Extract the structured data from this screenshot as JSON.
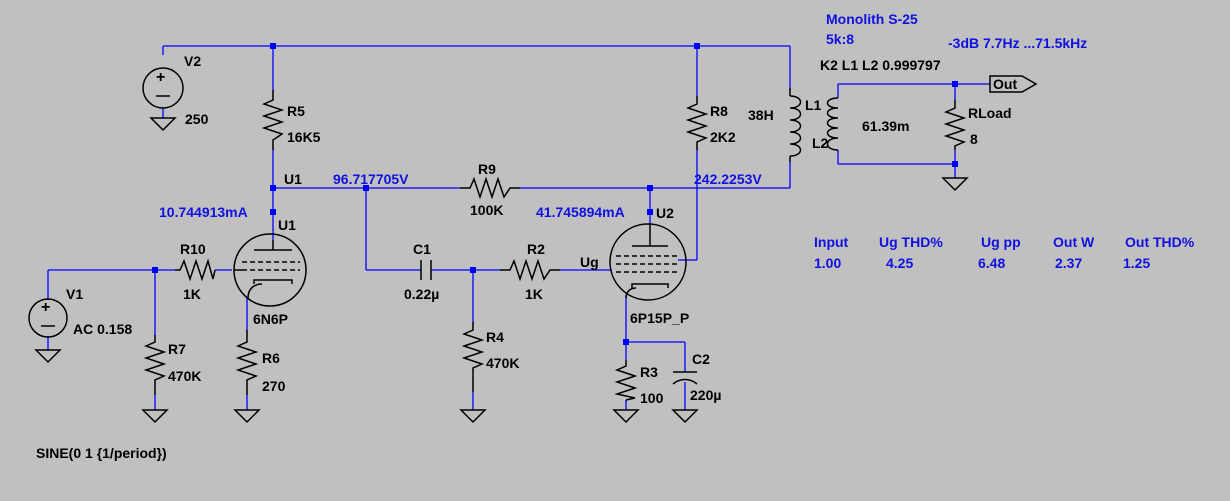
{
  "title_block": {
    "title": "Monolith S-25",
    "ratio": "5k:8",
    "bandwidth": "-3dB 7.7Hz ...71.5kHz",
    "coupling": "K2 L1 L2 0.999797"
  },
  "sources": {
    "v2": {
      "name": "V2",
      "value": "250"
    },
    "v1": {
      "name": "V1",
      "value": "AC 0.158"
    },
    "sine": "SINE(0 1 {1/period})"
  },
  "resistors": {
    "r5": {
      "name": "R5",
      "value": "16K5"
    },
    "r8": {
      "name": "R8",
      "value": "2K2"
    },
    "r9": {
      "name": "R9",
      "value": "100K"
    },
    "r10": {
      "name": "R10",
      "value": "1K"
    },
    "r2": {
      "name": "R2",
      "value": "1K"
    },
    "r7": {
      "name": "R7",
      "value": "470K"
    },
    "r6": {
      "name": "R6",
      "value": "270"
    },
    "r4": {
      "name": "R4",
      "value": "470K"
    },
    "r3": {
      "name": "R3",
      "value": "100"
    },
    "rload": {
      "name": "RLoad",
      "value": "8"
    }
  },
  "capacitors": {
    "c1": {
      "name": "C1",
      "value": "0.22µ"
    },
    "c2": {
      "name": "C2",
      "value": "220µ"
    }
  },
  "inductors": {
    "l1": {
      "name": "L1",
      "value": "38H"
    },
    "l2": {
      "name": "L2",
      "value": "61.39m"
    }
  },
  "tubes": {
    "u1": {
      "name": "U1",
      "model": "6N6P"
    },
    "u2": {
      "name": "U2",
      "model": "6P15P_P"
    }
  },
  "net_labels": {
    "u1_node": "U1",
    "ug": "Ug",
    "out": "Out"
  },
  "readouts": {
    "v_u1": "96.717705V",
    "v_anode": "242.2253V",
    "i_u1": "10.744913mA",
    "i_u2": "41.745894mA"
  },
  "results": {
    "headers": [
      "Input",
      "Ug THD%",
      "Ug pp",
      "Out W",
      "Out THD%"
    ],
    "values": [
      "1.00",
      "4.25",
      "6.48",
      "2.37",
      "1.25"
    ]
  }
}
